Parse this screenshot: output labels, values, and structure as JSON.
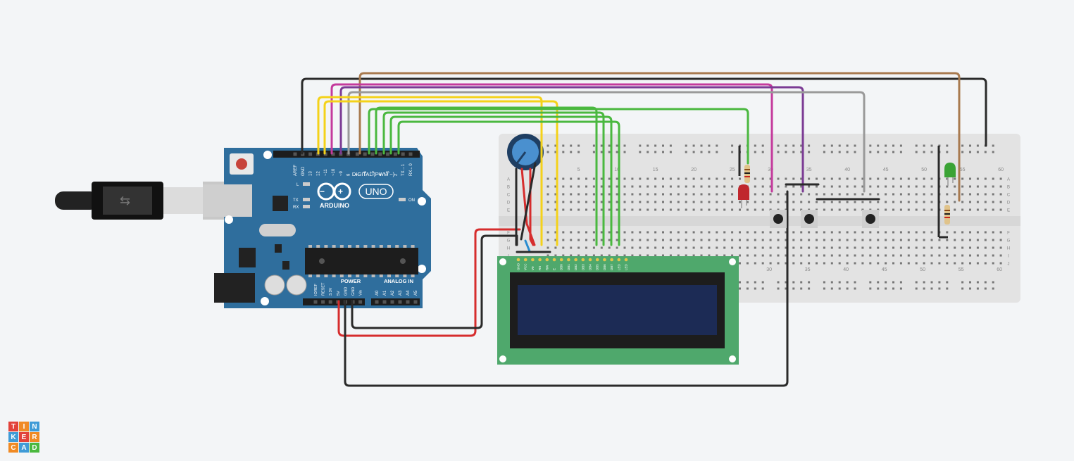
{
  "board": {
    "name": "UNO",
    "brand": "ARDUINO",
    "digital_label": "DIGITAL (PWM ~)",
    "power_label": "POWER",
    "analog_label": "ANALOG IN",
    "on_label": "ON",
    "led_l": "L",
    "led_tx": "TX",
    "led_rx": "RX",
    "digital_pins": [
      "AREF",
      "GND",
      "13",
      "12",
      "~11",
      "~10",
      "~9",
      "8",
      "7",
      "~6",
      "~5",
      "4",
      "~3",
      "2",
      "TX→1",
      "RX←0"
    ],
    "power_pins": [
      "IOREF",
      "RESET",
      "3.3V",
      "5V",
      "GND",
      "GND",
      "Vin"
    ],
    "analog_pins": [
      "A0",
      "A1",
      "A2",
      "A3",
      "A4",
      "A5"
    ]
  },
  "breadboard": {
    "col_numbers_top": [
      "5",
      "10",
      "15",
      "20",
      "25",
      "30",
      "35",
      "40",
      "45",
      "50",
      "55",
      "60"
    ],
    "col_numbers_bottom": [
      "30",
      "35",
      "40",
      "45",
      "50",
      "55",
      "60"
    ],
    "row_letters_left": [
      "A",
      "B",
      "C",
      "D",
      "E",
      "F",
      "G",
      "H",
      "I",
      "J"
    ],
    "row_letters_right": [
      "A",
      "B",
      "C",
      "D",
      "E",
      "F",
      "G",
      "H",
      "I",
      "J"
    ]
  },
  "lcd": {
    "pins": [
      "GND",
      "VCC",
      "V0",
      "RS",
      "RW",
      "E",
      "DB0",
      "DB1",
      "DB2",
      "DB3",
      "DB4",
      "DB5",
      "DB6",
      "DB7",
      "LED",
      "LED"
    ]
  },
  "logo": {
    "letters": [
      "T",
      "I",
      "N",
      "K",
      "E",
      "R",
      "C",
      "A",
      "D"
    ]
  },
  "colors": {
    "board": "#2f6e9d",
    "breadboard": "#e3e3e3",
    "lcd_pcb": "#4fa86c",
    "lcd_screen": "#1c2b55",
    "wire_black": "#2a2a2a",
    "wire_brown": "#a87a4f",
    "wire_magenta": "#c43a9c",
    "wire_purple": "#7b3b94",
    "wire_yellow": "#f4d21a",
    "wire_gray": "#9a9a9a",
    "wire_green": "#4ab83f",
    "wire_red": "#d62d2d",
    "wire_blue": "#2a8ccf"
  }
}
